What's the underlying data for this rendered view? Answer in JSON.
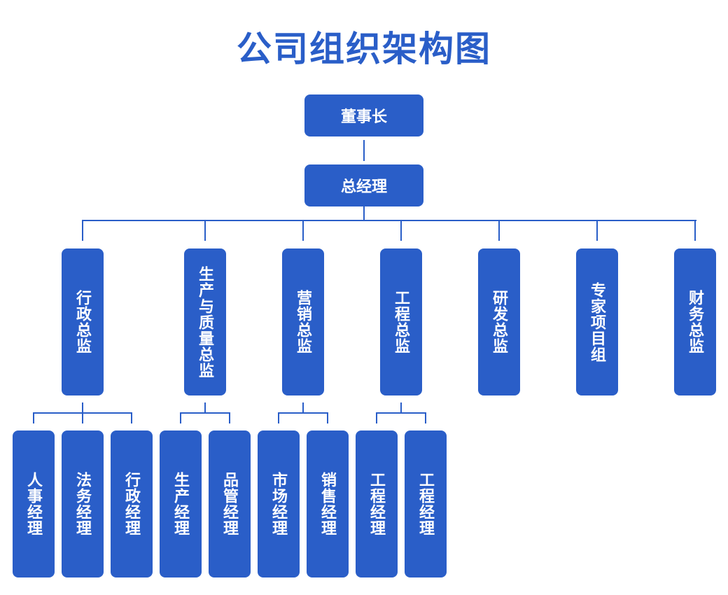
{
  "title": "公司组织架构图",
  "chairman": "董事长",
  "general_manager": "总经理",
  "directors": [
    "行政总监",
    "生产与质量总监",
    "营销总监",
    "工程总监",
    "研发总监",
    "专家项目组",
    "财务总监"
  ],
  "managers": {
    "admin": [
      "人事经理",
      "法务经理",
      "行政经理"
    ],
    "production": [
      "生产经理",
      "品管经理"
    ],
    "marketing": [
      "市场经理",
      "销售经理"
    ],
    "engineering": [
      "工程经理",
      "工程经理"
    ]
  },
  "colors": {
    "node_fill": "#2a5ec8",
    "text": "#ffffff",
    "title": "#2a5ec8"
  }
}
